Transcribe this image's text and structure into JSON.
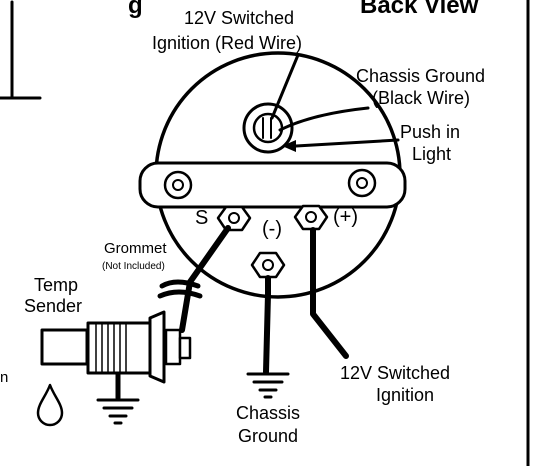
{
  "header": {
    "partial_title_left": "g",
    "partial_title_right": "Back View"
  },
  "labels": {
    "ignition_top_line1": "12V Switched",
    "ignition_top_line2": "Ignition (Red Wire)",
    "chassis_ground_top_line1": "Chassis Ground",
    "chassis_ground_top_line2": "(Black Wire)",
    "push_in_light_line1": "Push in",
    "push_in_light_line2": "Light",
    "grommet": "Grommet",
    "grommet_note": "(Not Included)",
    "temp_sender_line1": "Temp",
    "temp_sender_line2": "Sender",
    "chassis_ground_bottom_line1": "Chassis",
    "chassis_ground_bottom_line2": "Ground",
    "ignition_bottom_line1": "12V Switched",
    "ignition_bottom_line2": "Ignition",
    "left_edge_fragment": "n"
  },
  "terminals": {
    "sender": "S",
    "negative": "(-)",
    "positive": "(+)"
  },
  "colors": {
    "ink": "#000000",
    "background": "#ffffff"
  }
}
